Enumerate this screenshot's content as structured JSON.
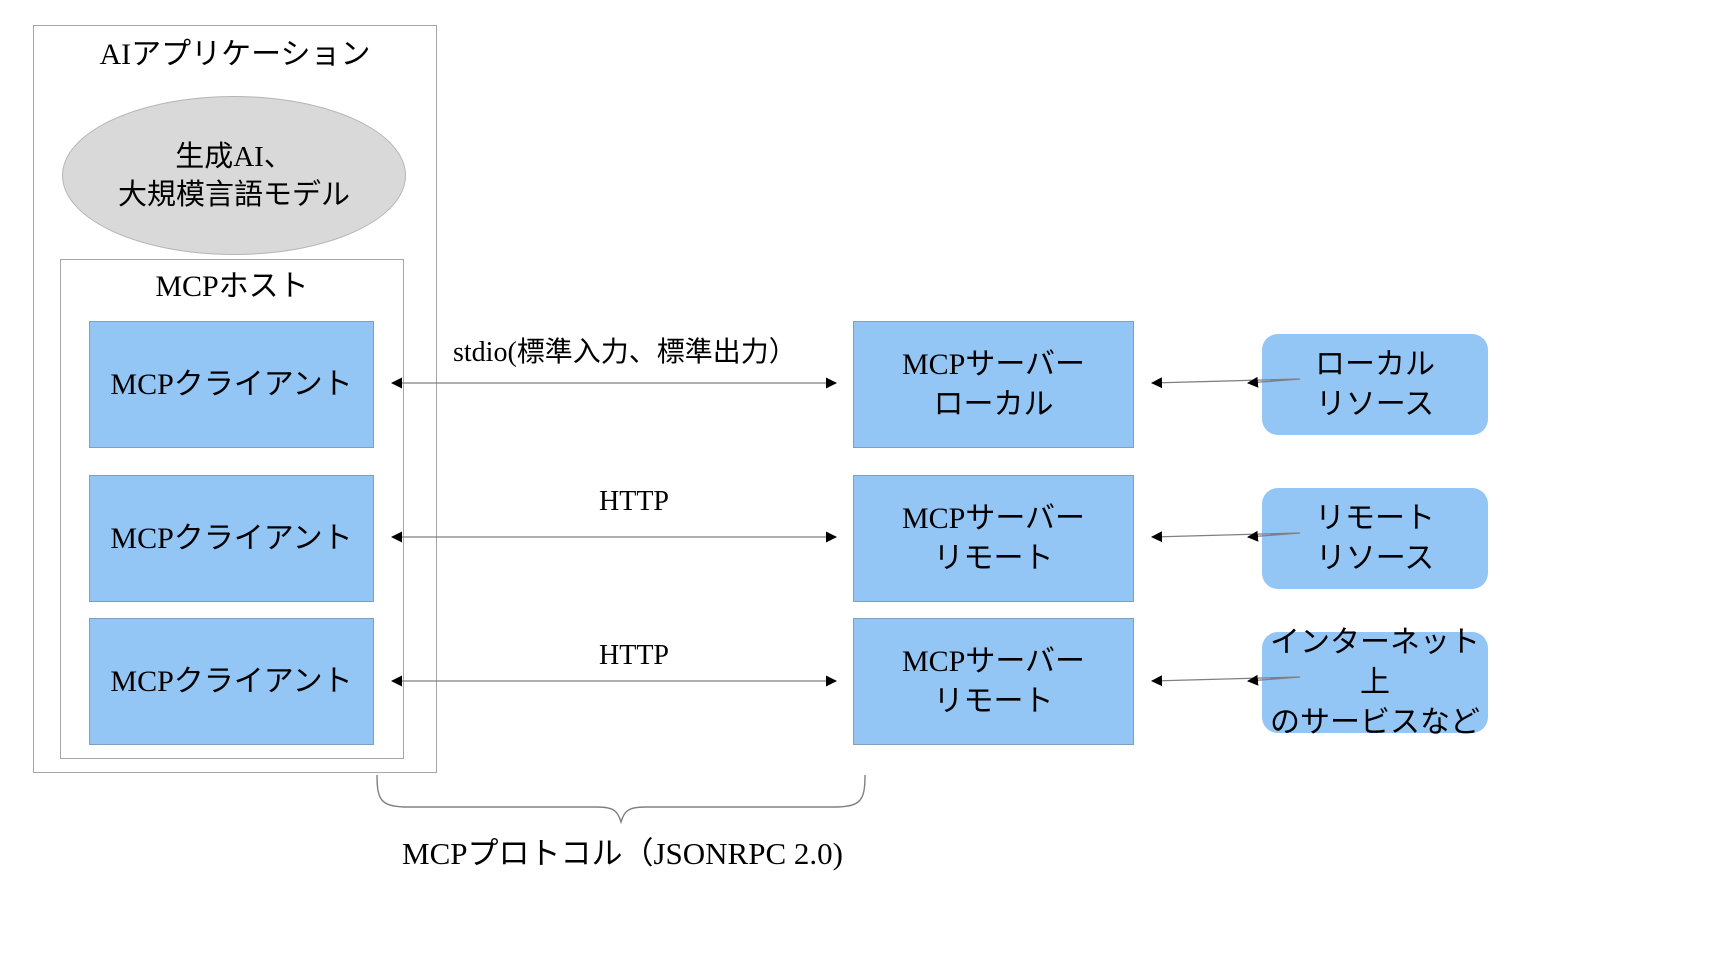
{
  "diagram": {
    "app_container": {
      "title": "AIアプリケーション"
    },
    "llm_ellipse": {
      "label": "生成AI、\n大規模言語モデル"
    },
    "host_container": {
      "title": "MCPホスト"
    },
    "clients": [
      {
        "label": "MCPクライアント"
      },
      {
        "label": "MCPクライアント"
      },
      {
        "label": "MCPクライアント"
      }
    ],
    "connections": [
      {
        "label": "stdio(標準入力、標準出力）"
      },
      {
        "label": "HTTP"
      },
      {
        "label": "HTTP"
      }
    ],
    "servers": [
      {
        "label": "MCPサーバー\nローカル"
      },
      {
        "label": "MCPサーバー\nリモート"
      },
      {
        "label": "MCPサーバー\nリモート"
      }
    ],
    "resources": [
      {
        "label": "ローカル\nリソース"
      },
      {
        "label": "リモート\nリソース"
      },
      {
        "label": "インターネット上\nのサービスなど"
      }
    ],
    "protocol_caption": {
      "label": "MCPプロトコル（JSONRPC 2.0)"
    },
    "colors": {
      "blue_fill": "#93c5f5",
      "grey_fill": "#d9d9d9",
      "border_grey": "#a6a6a6",
      "line": "#808080",
      "text": "#000000",
      "background": "#ffffff"
    }
  }
}
